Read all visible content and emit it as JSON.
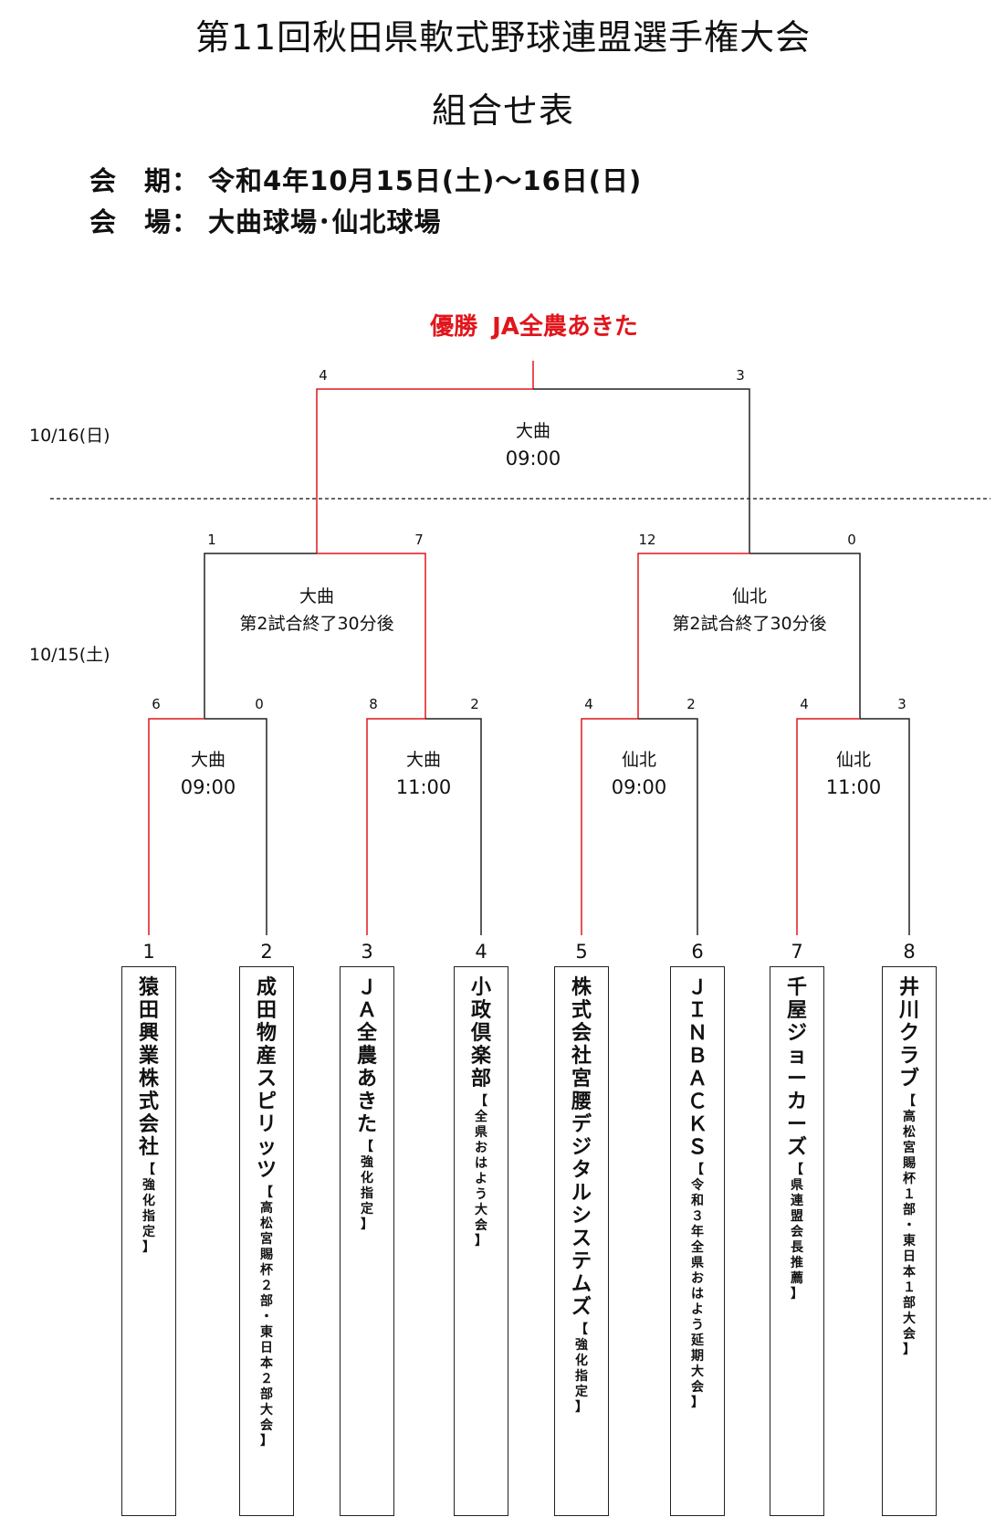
{
  "header": {
    "title": "第11回秋田県軟式野球連盟選手権大会",
    "subtitle": "組合せ表",
    "period_label": "会　期：",
    "period_value": "令和4年10月15日(土)～16日(日)",
    "venue_label": "会　場：",
    "venue_value": "大曲球場･仙北球場"
  },
  "winner": {
    "label": "優勝",
    "team": "JA全農あきた"
  },
  "dates": {
    "day2": "10/16(日)",
    "day1": "10/15(土)"
  },
  "final": {
    "venue": "大曲",
    "time": "09:00",
    "score_left": "4",
    "score_right": "3"
  },
  "semis": [
    {
      "venue": "大曲",
      "time": "第2試合終了30分後",
      "score_left": "1",
      "score_right": "7"
    },
    {
      "venue": "仙北",
      "time": "第2試合終了30分後",
      "score_left": "12",
      "score_right": "0"
    }
  ],
  "quarters": [
    {
      "venue": "大曲",
      "time": "09:00",
      "score_left": "6",
      "score_right": "0"
    },
    {
      "venue": "大曲",
      "time": "11:00",
      "score_left": "8",
      "score_right": "2"
    },
    {
      "venue": "仙北",
      "time": "09:00",
      "score_left": "4",
      "score_right": "2"
    },
    {
      "venue": "仙北",
      "time": "11:00",
      "score_left": "4",
      "score_right": "3"
    }
  ],
  "teams": [
    {
      "seed": "1",
      "name": "猿田興業株式会社",
      "note": "【強化指定】"
    },
    {
      "seed": "2",
      "name": "成田物産スピリッツ",
      "note": "【高松宮賜杯２部・東日本２部大会】"
    },
    {
      "seed": "3",
      "name": "ＪＡ全農あきた",
      "note": "【強化指定】"
    },
    {
      "seed": "4",
      "name": "小政倶楽部",
      "note": "【全県おはよう大会】"
    },
    {
      "seed": "5",
      "name": "株式会社宮腰デジタルシステムズ",
      "note": "【強化指定】"
    },
    {
      "seed": "6",
      "name": "ＪＩＮＢＡＣＫＳ",
      "note": "【令和３年全県おはよう延期大会】"
    },
    {
      "seed": "7",
      "name": "千屋ジョーカーズ",
      "note": "【県連盟会長推薦】"
    },
    {
      "seed": "8",
      "name": "井川クラブ",
      "note": "【高松宮賜杯１部・東日本１部大会】"
    }
  ],
  "colors": {
    "winner_path": "#e0161c",
    "normal_path": "#222222"
  }
}
